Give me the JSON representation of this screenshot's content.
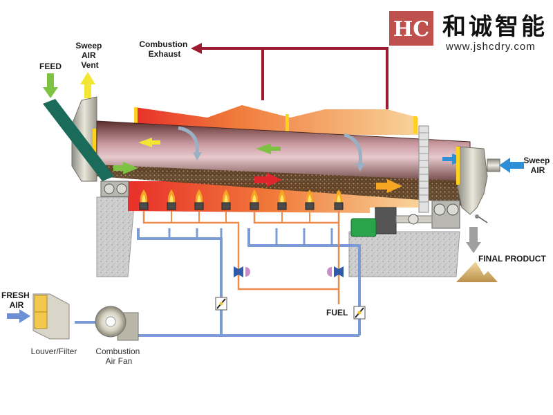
{
  "brand": {
    "logo_letters": "HC",
    "name_cn": "和诚智能",
    "url": "www.jshcdry.com"
  },
  "labels": {
    "combustion_exhaust": [
      "Combustion",
      "Exhaust"
    ],
    "sweep_air_vent": [
      "Sweep",
      "AIR",
      "Vent"
    ],
    "feed": "FEED",
    "sweep_air": [
      "Sweep",
      "AIR"
    ],
    "final_product": "FINAL PRODUCT",
    "fresh_air": [
      "FRESH",
      "AIR"
    ],
    "fuel": "FUEL",
    "louver_filter": "Louver/Filter",
    "combustion_air_fan": [
      "Combustion",
      "Air Fan"
    ]
  },
  "colors": {
    "exhaust_duct": "#9b1b30",
    "drum": "#7a4640",
    "drum_highlight": "#d8b3b8",
    "combustion_hot": "#e8302a",
    "combustion_warm": "#f7c98a",
    "flame_band": "#ffd21f",
    "air_pipe": "#7b9bd6",
    "fuel_pipe": "#f08a4b",
    "feed_chute": "#1a6b5a",
    "motor_green": "#2aa34a",
    "concrete": "#c9c9c9",
    "product_pile": "#c9a86a",
    "logo_bg": "#c0504d",
    "arrow_green": "#7dc242",
    "arrow_yellow": "#f2e534",
    "arrow_red": "#e0262d",
    "arrow_orange": "#f5a623",
    "arrow_blue": "#2e8fd6",
    "arrow_grey": "#a0a0a0"
  }
}
